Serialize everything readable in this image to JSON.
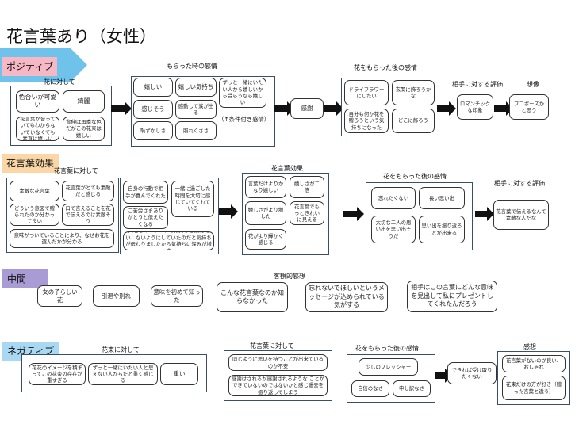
{
  "title": "花言葉あり（女性）",
  "sections": [
    {
      "name": "ポジティブ",
      "color": "#f7b8c6",
      "labels": [
        "花に対して",
        "もらった時の感情",
        "花をもらった後の感情",
        "相手に対する評価",
        "想像"
      ],
      "nodes": [
        "色合いが可愛い",
        "綺麗",
        "花言葉が合っていてもわからないていなくても素直に嬉しい",
        "背伸は再季な色だがこの花束は嬉しい",
        "嬉しい",
        "嬉しい気持ち",
        "ずっと一緒にいたい人から嬉しいから受らうなら嬉しい",
        "感じそう",
        "感動して涙が出る",
        "恥ずかしさ",
        "照れくささ",
        "（↑条件付き感情）",
        "感謝",
        "ドライフラワーにしたい",
        "玄関に飾ろうかな",
        "自分も何か花を贈ろうという気持ちになった",
        "どこに飾ろう",
        "ロマンチックな印象",
        "プロポーズかと思う"
      ]
    },
    {
      "name": "花言葉効果",
      "color": "#fbd7a8",
      "labels": [
        "花言葉に対して",
        "花言葉効果",
        "花をもらった後の感情",
        "相手に対する評価"
      ],
      "nodes": [
        "素敵な花言葉",
        "花言葉がとても素敵だと感じる",
        "どういう意図で贈られたのか分かって良い",
        "口で言えることを花で伝えるのは素敵そう",
        "意味がついていることにより、なぜお花を選んだかが分かる",
        "自身の行動で相手が喜んでくれた",
        "一緒に過ごした時間を大切に感じていてくれている",
        "ご苦労さまありがとうと伝えたくなる",
        "大切なキーワードで気持ちを伝えたい、ないようにしていたのだと気持ちが伝わりましたから気持ちに深みが増す",
        "言葉だけよりかなり嬉しい",
        "嬉しさが二倍",
        "嬉しさがより増した",
        "花言葉でもっときれいに見える",
        "花がより輝かく感じる",
        "忘れたくない",
        "長い思い出",
        "大切な二人の思い出を思い出そうだ",
        "思い出を振り返ることが出来る",
        "花言葉で伝えるなんて素敵な人だな"
      ]
    },
    {
      "name": "中間",
      "color": "#a99bd3",
      "labels": [
        "客観的感想"
      ],
      "nodes": [
        "女の子らしい花",
        "引退や別れ",
        "意味を初めて知った",
        "こんな花言葉なのか知らなかった",
        "忘れないでほしいというメッセージが込められている気がする",
        "相手はこの言葉にどんな意味を見出して私にプレゼントしてくれたんだろう"
      ]
    },
    {
      "name": "ネガティブ",
      "color": "#a9d8f2",
      "labels": [
        "花束に対して",
        "花言葉に対して",
        "花をもらった後の感情",
        "感想"
      ],
      "nodes": [
        "花花のイメージを積まってこの花束の存在が重すぎる",
        "ずっと一緒にいたい人と思えない人からだと重く感じる",
        "重い",
        "同じように思いを持つことが出来ているのか不安",
        "感謝はされるが感謝されるような ことができていないのではないかと感じ過去を振り返ってしまう",
        "少しのプレッシャー",
        "自信のなさ",
        "申し訳なさ",
        "できれば受け取りたくない",
        "花言葉がないのが良い、おしゃれ",
        "花束だけの方が好き（贈った言葉と違う）"
      ]
    }
  ]
}
